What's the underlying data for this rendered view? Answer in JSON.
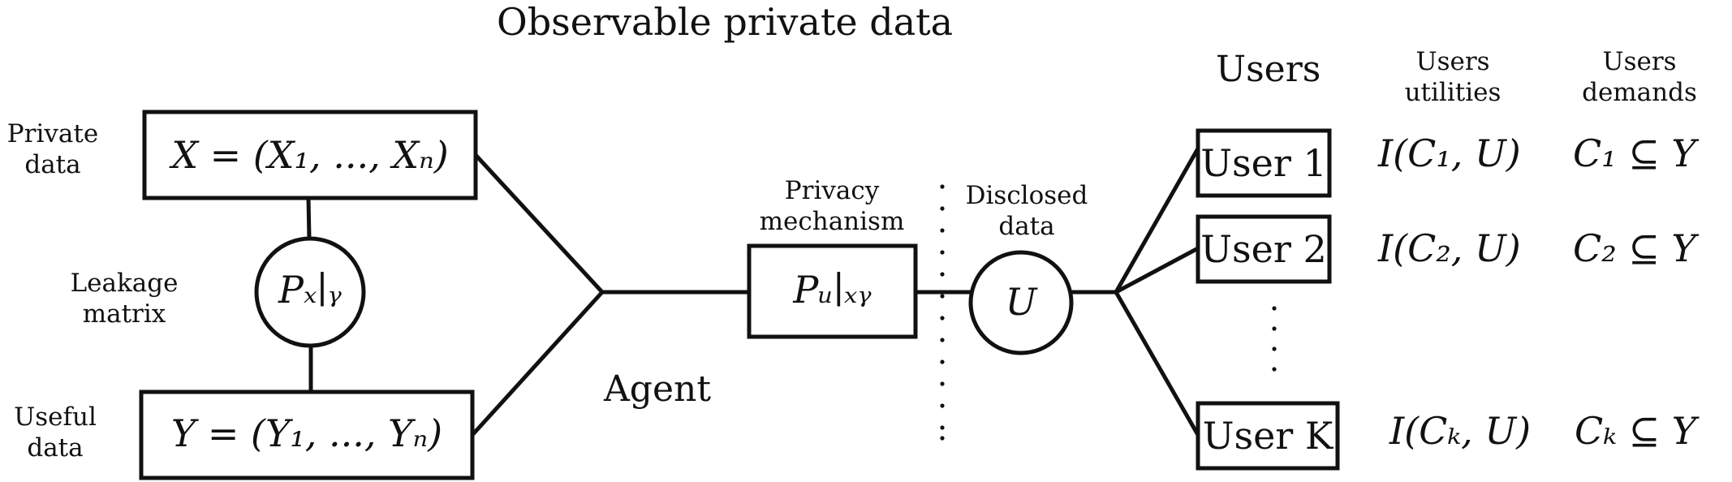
{
  "title": "Observable private data",
  "left": {
    "private_data_label": "Private\ndata",
    "private_data_box": "X = (X₁, ..., Xₙ)",
    "leakage_label": "Leakage\nmatrix",
    "leakage_node": "Pₓ∣ᵧ",
    "useful_data_label": "Useful\ndata",
    "useful_data_box": "Y = (Y₁, ..., Yₙ)"
  },
  "agent_label": "Agent",
  "mechanism": {
    "label": "Privacy\nmechanism",
    "box": "Pᵤ∣ₓᵧ"
  },
  "disclosed": {
    "label": "Disclosed\ndata",
    "node": "U"
  },
  "columns": {
    "users": "Users",
    "utilities": "Users\nutilities",
    "demands": "Users\ndemands"
  },
  "users": [
    {
      "name": "User 1",
      "utility": "I(C₁, U)",
      "demand": "C₁ ⊆ Y"
    },
    {
      "name": "User 2",
      "utility": "I(C₂, U)",
      "demand": "C₂ ⊆ Y"
    },
    {
      "name": "User K",
      "utility": "I(Cₖ, U)",
      "demand": "Cₖ ⊆ Y"
    }
  ]
}
